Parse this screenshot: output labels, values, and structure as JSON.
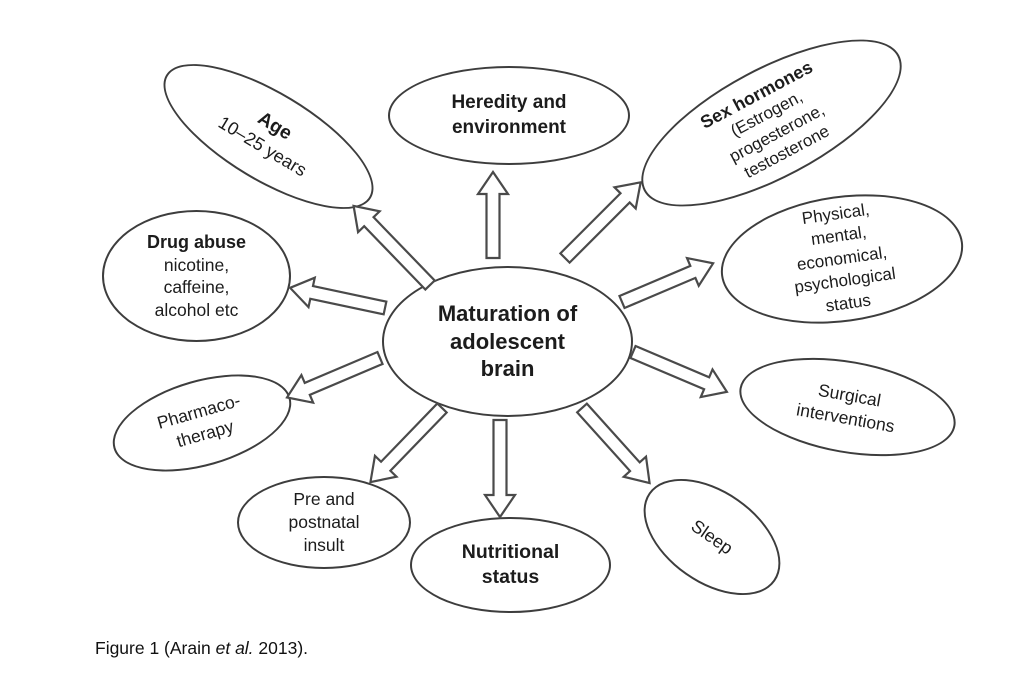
{
  "diagram": {
    "center": {
      "lines": [
        "Maturation of",
        "adolescent",
        "brain"
      ]
    },
    "nodes": {
      "age": {
        "title": "Age",
        "lines": [
          "10–25 years"
        ]
      },
      "heredity": {
        "lines": [
          "Heredity and",
          "environment"
        ]
      },
      "sex_hormones": {
        "title": "Sex hormones",
        "lines": [
          "(Estrogen,",
          "progesterone,",
          "testosterone"
        ]
      },
      "drug_abuse": {
        "title": "Drug abuse",
        "lines": [
          "nicotine,",
          "caffeine,",
          "alcohol etc"
        ]
      },
      "physical": {
        "lines": [
          "Physical,",
          "mental,",
          "economical,",
          "psychological",
          "status"
        ]
      },
      "pharmaco": {
        "lines": [
          "Pharmaco-",
          "therapy"
        ]
      },
      "surgical": {
        "lines": [
          "Surgical",
          "interventions"
        ]
      },
      "pre_postnatal": {
        "lines": [
          "Pre and",
          "postnatal",
          "insult"
        ]
      },
      "nutritional": {
        "lines": [
          "Nutritional",
          "status"
        ]
      },
      "sleep": {
        "lines": [
          "Sleep"
        ]
      }
    },
    "caption": {
      "prefix": "Figure 1 (Arain ",
      "italic": "et al.",
      "suffix": " 2013)."
    },
    "colors": {
      "stroke": "#3d3d3d",
      "arrow_stroke": "#4a4a4a",
      "text": "#1c1c1c",
      "background": "#ffffff"
    }
  }
}
